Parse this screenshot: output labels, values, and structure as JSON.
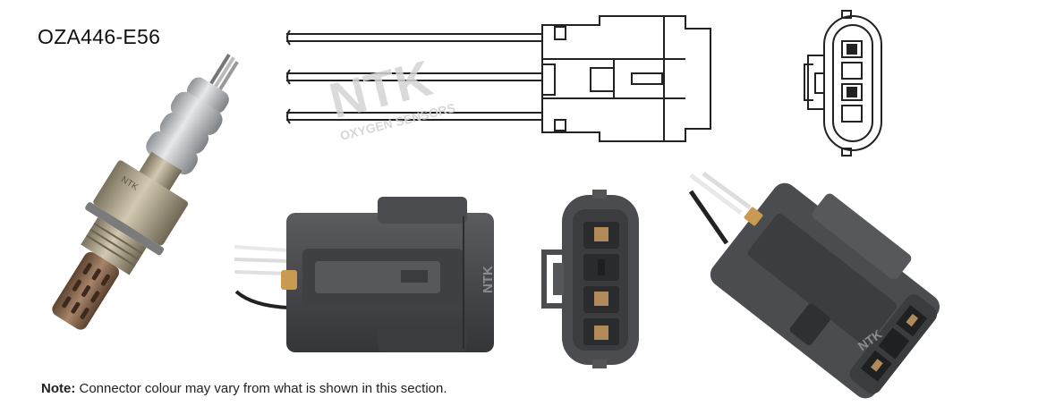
{
  "part_number": "OZA446-E56",
  "note": {
    "label": "Note:",
    "text": "Connector colour may vary from what is shown in this section."
  },
  "sensor": {
    "stamp": "NTK"
  },
  "watermark": {
    "brand": "NTK",
    "tagline": "OXYGEN SENSORS"
  },
  "connector_photo_side": {
    "brand": "NTK"
  },
  "connector_photo_angled": {
    "brand": "NTK"
  },
  "colors": {
    "connector_body": "#4a4c4f",
    "connector_dark": "#2f3032",
    "latch_tab": "#c99a52",
    "sensor_metal": "#b9bcbf",
    "sensor_hex": "#a69b86",
    "sensor_tip": "#8b6a52",
    "drawing_line": "#222222",
    "watermark": "#d4d4d4"
  }
}
